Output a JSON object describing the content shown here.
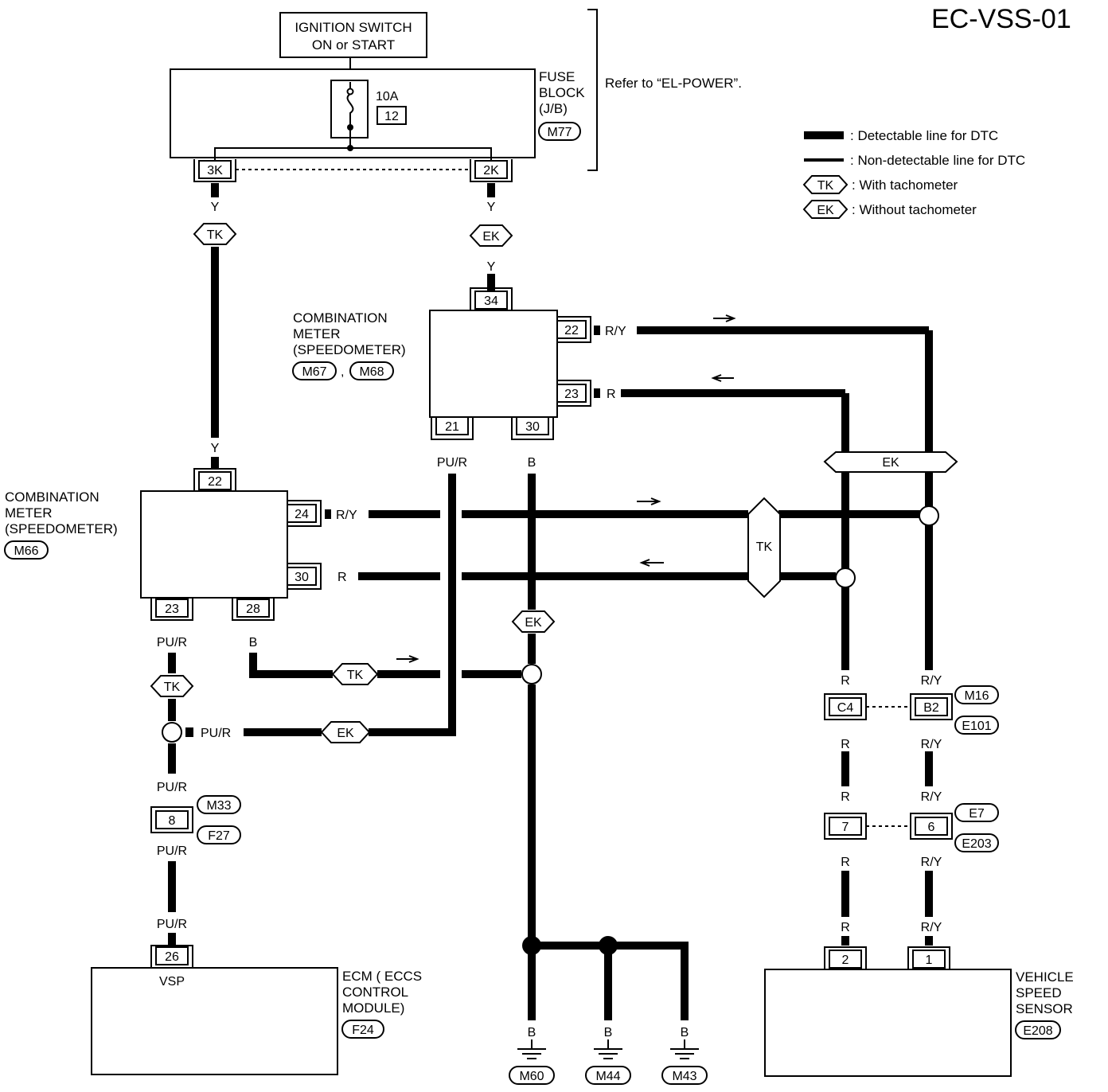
{
  "title": "EC-VSS-01",
  "ignition_switch": {
    "line1": "IGNITION SWITCH",
    "line2": "ON or START"
  },
  "fuse_block": {
    "line1": "FUSE",
    "line2": "BLOCK",
    "line3": "(J/B)",
    "connector": "M77",
    "fuse_rating": "10A",
    "fuse_number": "12",
    "pin_left": "3K",
    "pin_right": "2K"
  },
  "refer_note": "Refer to “EL-POWER”.",
  "legend": {
    "detectable": ": Detectable line for DTC",
    "non_detectable": ": Non-detectable line for DTC",
    "tk_tag": "TK",
    "tk_text": ": With tachometer",
    "ek_tag": "EK",
    "ek_text": ": Without tachometer"
  },
  "meter_ek": {
    "line1": "COMBINATION",
    "line2": "METER",
    "line3": "(SPEEDOMETER)",
    "conn1": "M67",
    "sep": ",",
    "conn2": "M68",
    "pin_top": "34",
    "pin_22": "22",
    "pin_23": "23",
    "pin_21": "21",
    "pin_30": "30"
  },
  "meter_tk": {
    "line1": "COMBINATION",
    "line2": "METER",
    "line3": "(SPEEDOMETER)",
    "connector": "M66",
    "pin_top": "22",
    "pin_24": "24",
    "pin_30": "30",
    "pin_23": "23",
    "pin_28": "28"
  },
  "wires": {
    "y": "Y",
    "ry": "R/Y",
    "r": "R",
    "pur": "PU/R",
    "b": "B"
  },
  "tags": {
    "tk": "TK",
    "ek": "EK"
  },
  "joint_connectors": {
    "c4": "C4",
    "b2": "B2",
    "m16": "M16",
    "e101": "E101",
    "pin7": "7",
    "pin6": "6",
    "e7": "E7",
    "e203": "E203",
    "pin8": "8",
    "m33": "M33",
    "f27": "F27"
  },
  "ecm": {
    "line1": "ECM ( ECCS",
    "line2": "CONTROL",
    "line3": "MODULE)",
    "connector": "F24",
    "pin": "26",
    "pin_label": "VSP"
  },
  "vss": {
    "line1": "VEHICLE",
    "line2": "SPEED",
    "line3": "SENSOR",
    "connector": "E208",
    "pin2": "2",
    "pin1": "1"
  },
  "grounds": [
    "M60",
    "M44",
    "M43"
  ]
}
